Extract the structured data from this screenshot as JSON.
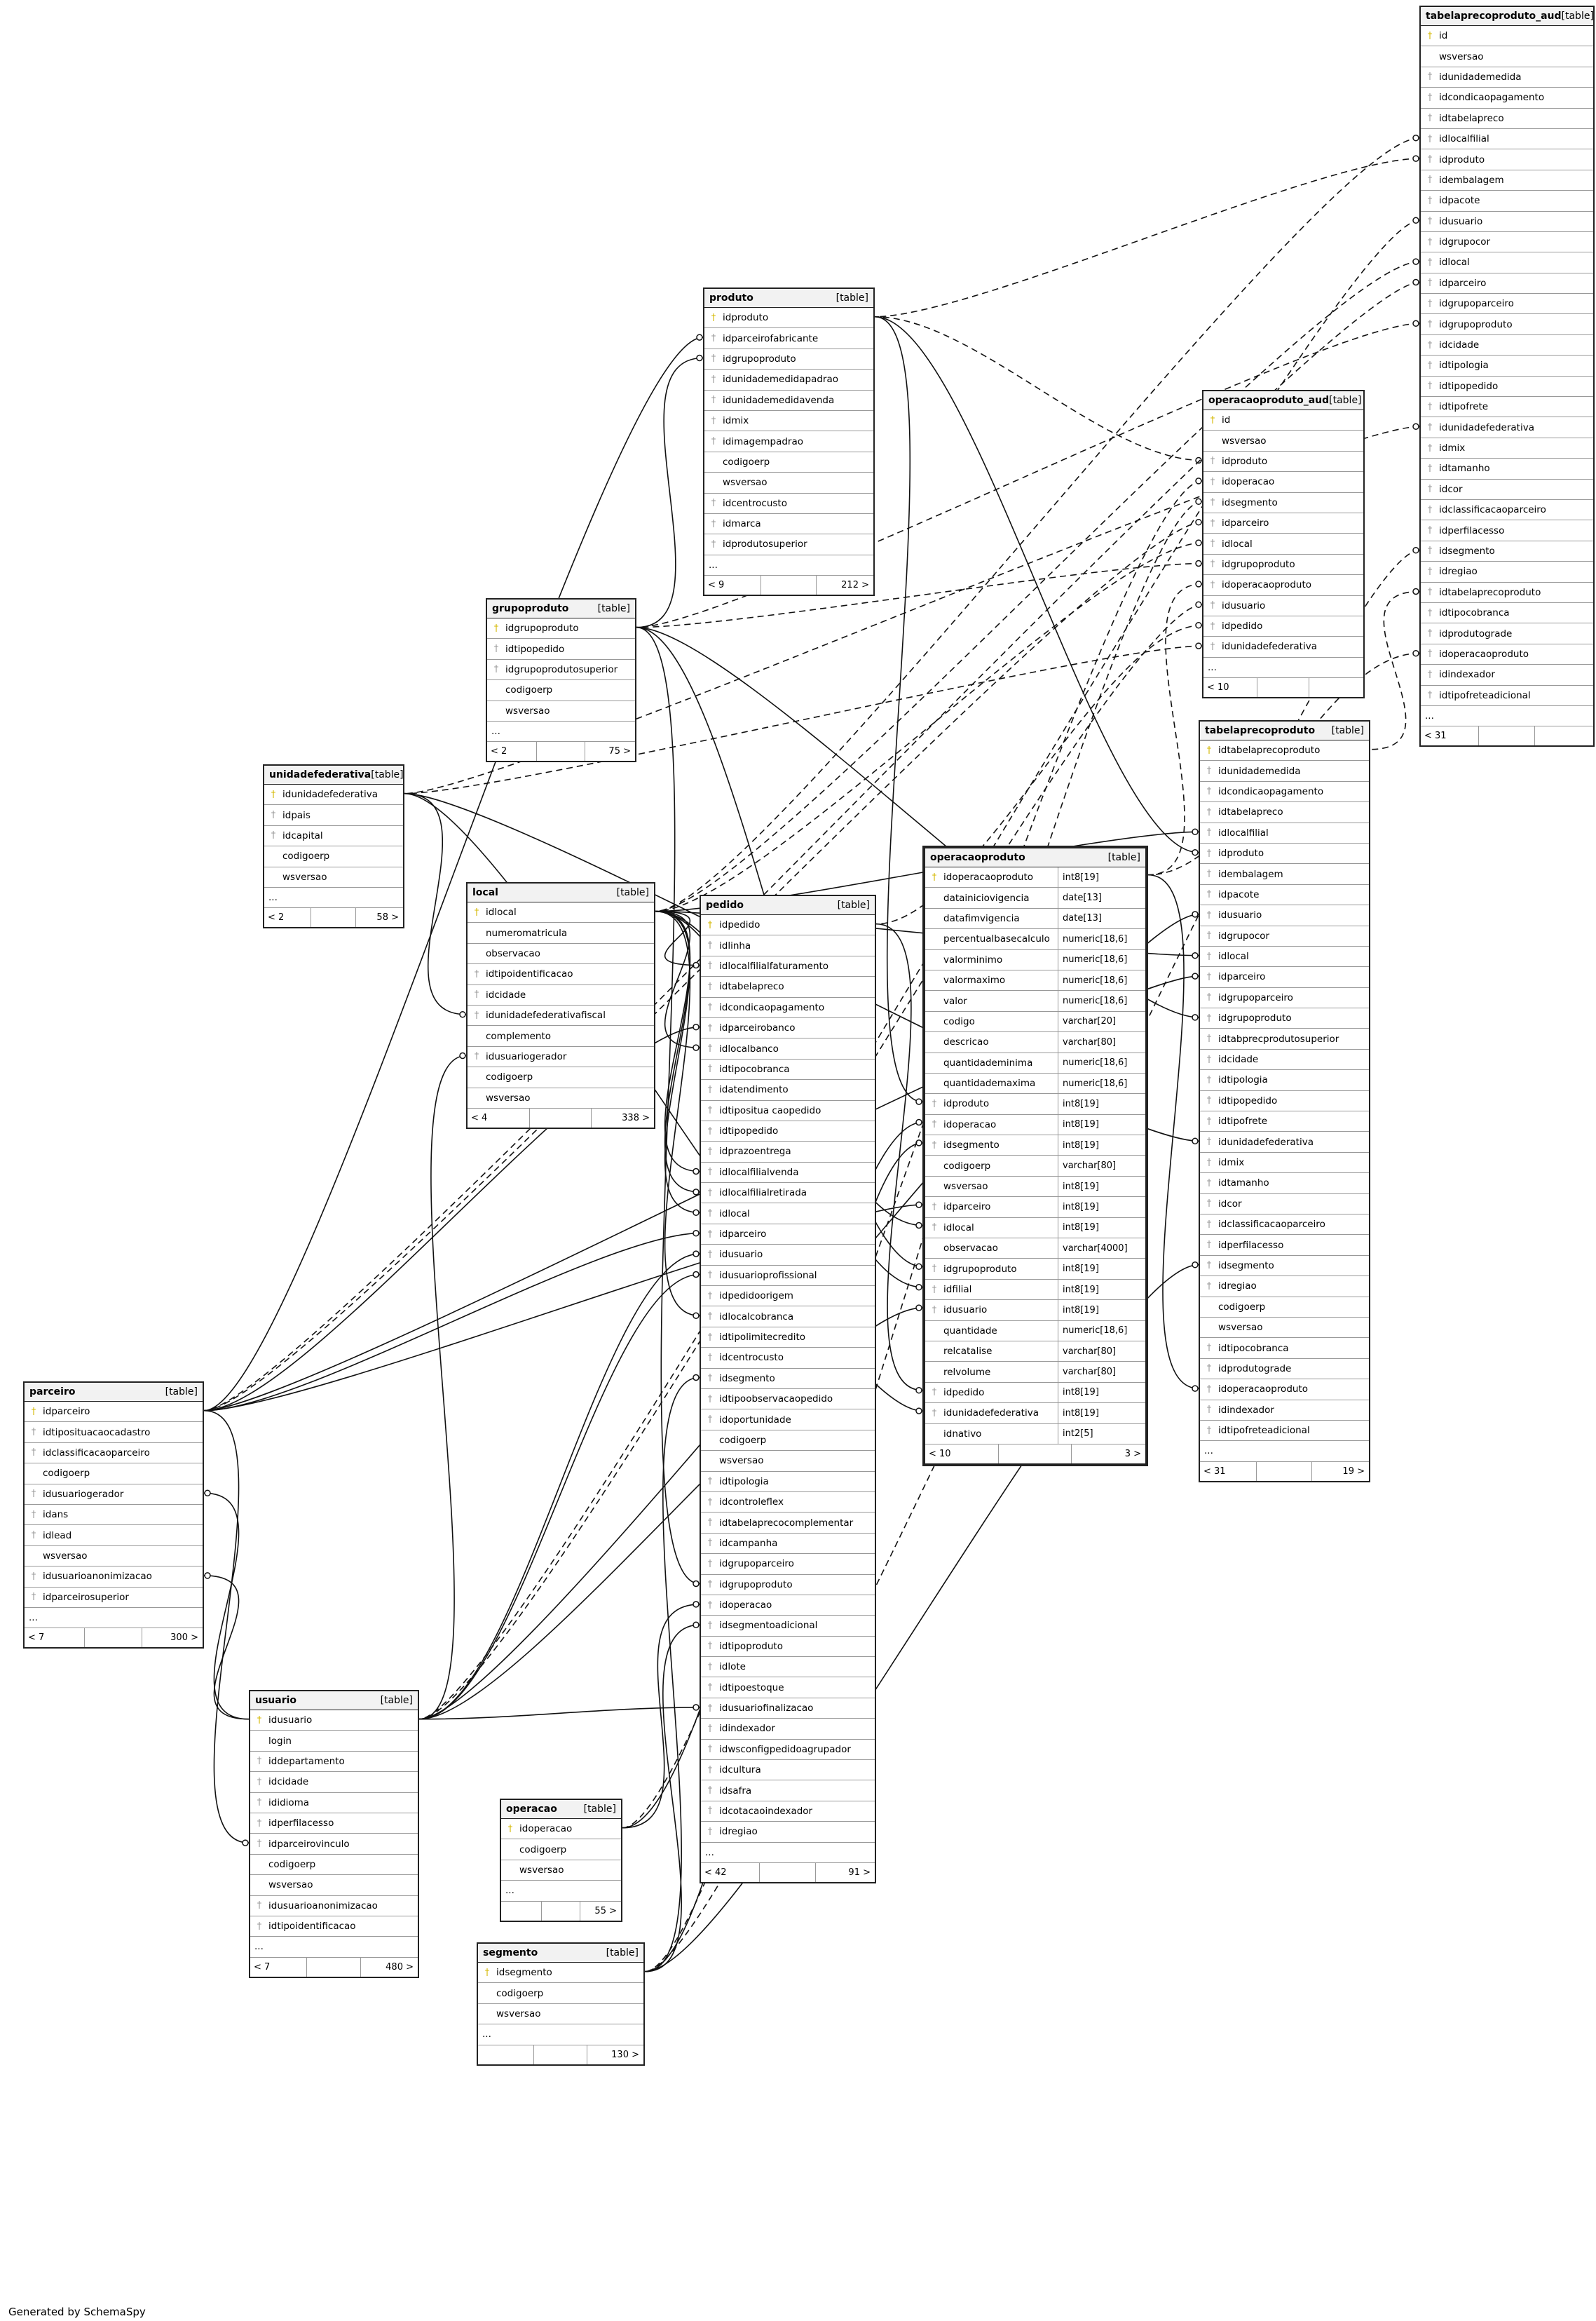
{
  "footer_text": "Generated by SchemaSpy",
  "table_kind_label": "[table]",
  "tables": [
    {
      "id": "produto",
      "name": "produto",
      "columns": [
        {
          "name": "idproduto",
          "key": "pk"
        },
        {
          "name": "idparceirofabricante",
          "key": "fk"
        },
        {
          "name": "idgrupoproduto",
          "key": "fk"
        },
        {
          "name": "idunidademedidapadrao",
          "key": "fk"
        },
        {
          "name": "idunidademedidavenda",
          "key": "fk"
        },
        {
          "name": "idmix",
          "key": "fk"
        },
        {
          "name": "idimagempadrao",
          "key": "fk"
        },
        {
          "name": "codigoerp",
          "key": ""
        },
        {
          "name": "wsversao",
          "key": ""
        },
        {
          "name": "idcentrocusto",
          "key": "fk"
        },
        {
          "name": "idmarca",
          "key": "fk"
        },
        {
          "name": "idprodutosuperior",
          "key": "fk"
        }
      ],
      "more": "...",
      "parents": "< 9",
      "children": "212 >"
    },
    {
      "id": "grupoproduto",
      "name": "grupoproduto",
      "columns": [
        {
          "name": "idgrupoproduto",
          "key": "pk"
        },
        {
          "name": "idtipopedido",
          "key": "fk"
        },
        {
          "name": "idgrupoprodutosuperior",
          "key": "fk"
        },
        {
          "name": "codigoerp",
          "key": ""
        },
        {
          "name": "wsversao",
          "key": ""
        }
      ],
      "more": "...",
      "parents": "< 2",
      "children": "75 >"
    },
    {
      "id": "unidadefederativa",
      "name": "unidadefederativa",
      "columns": [
        {
          "name": "idunidadefederativa",
          "key": "pk"
        },
        {
          "name": "idpais",
          "key": "fk"
        },
        {
          "name": "idcapital",
          "key": "fk"
        },
        {
          "name": "codigoerp",
          "key": ""
        },
        {
          "name": "wsversao",
          "key": ""
        }
      ],
      "more": "...",
      "parents": "< 2",
      "children": "58 >"
    },
    {
      "id": "local",
      "name": "local",
      "columns": [
        {
          "name": "idlocal",
          "key": "pk"
        },
        {
          "name": "numeromatricula",
          "key": ""
        },
        {
          "name": "observacao",
          "key": ""
        },
        {
          "name": "idtipoidentificacao",
          "key": "fk"
        },
        {
          "name": "idcidade",
          "key": "fk"
        },
        {
          "name": "idunidadefederativafiscal",
          "key": "fk"
        },
        {
          "name": "complemento",
          "key": ""
        },
        {
          "name": "idusuariogerador",
          "key": "fk"
        },
        {
          "name": "codigoerp",
          "key": ""
        },
        {
          "name": "wsversao",
          "key": ""
        }
      ],
      "more": "",
      "parents": "< 4",
      "children": "338 >"
    },
    {
      "id": "pedido",
      "name": "pedido",
      "columns": [
        {
          "name": "idpedido",
          "key": "pk"
        },
        {
          "name": "idlinha",
          "key": "fk"
        },
        {
          "name": "idlocalfilialfaturamento",
          "key": "fk"
        },
        {
          "name": "idtabelapreco",
          "key": "fk"
        },
        {
          "name": "idcondicaopagamento",
          "key": "fk"
        },
        {
          "name": "idparceirobanco",
          "key": "fk"
        },
        {
          "name": "idlocalbanco",
          "key": "fk"
        },
        {
          "name": "idtipocobranca",
          "key": "fk"
        },
        {
          "name": "idatendimento",
          "key": "fk"
        },
        {
          "name": "idtipositua caopedido",
          "key": "fk"
        },
        {
          "name": "idtipopedido",
          "key": "fk"
        },
        {
          "name": "idprazoentrega",
          "key": "fk"
        },
        {
          "name": "idlocalfilialvenda",
          "key": "fk"
        },
        {
          "name": "idlocalfilialretirada",
          "key": "fk"
        },
        {
          "name": "idlocal",
          "key": "fk"
        },
        {
          "name": "idparceiro",
          "key": "fk"
        },
        {
          "name": "idusuario",
          "key": "fk"
        },
        {
          "name": "idusuarioprofissional",
          "key": "fk"
        },
        {
          "name": "idpedidoorigem",
          "key": "fk"
        },
        {
          "name": "idlocalcobranca",
          "key": "fk"
        },
        {
          "name": "idtipolimitecredito",
          "key": "fk"
        },
        {
          "name": "idcentrocusto",
          "key": "fk"
        },
        {
          "name": "idsegmento",
          "key": "fk"
        },
        {
          "name": "idtipoobservacaopedido",
          "key": "fk"
        },
        {
          "name": "idoportunidade",
          "key": "fk"
        },
        {
          "name": "codigoerp",
          "key": ""
        },
        {
          "name": "wsversao",
          "key": ""
        },
        {
          "name": "idtipologia",
          "key": "fk"
        },
        {
          "name": "idcontroleflex",
          "key": "fk"
        },
        {
          "name": "idtabelaprecocomplementar",
          "key": "fk"
        },
        {
          "name": "idcampanha",
          "key": "fk"
        },
        {
          "name": "idgrupoparceiro",
          "key": "fk"
        },
        {
          "name": "idgrupoproduto",
          "key": "fk"
        },
        {
          "name": "idoperacao",
          "key": "fk"
        },
        {
          "name": "idsegmentoadicional",
          "key": "fk"
        },
        {
          "name": "idtipoproduto",
          "key": "fk"
        },
        {
          "name": "idlote",
          "key": "fk"
        },
        {
          "name": "idtipoestoque",
          "key": "fk"
        },
        {
          "name": "idusuariofinalizacao",
          "key": "fk"
        },
        {
          "name": "idindexador",
          "key": "fk"
        },
        {
          "name": "idwsconfigpedidoagrupador",
          "key": "fk"
        },
        {
          "name": "idcultura",
          "key": "fk"
        },
        {
          "name": "idsafra",
          "key": "fk"
        },
        {
          "name": "idcotacaoindexador",
          "key": "fk"
        },
        {
          "name": "idregiao",
          "key": "fk"
        }
      ],
      "more": "...",
      "parents": "< 42",
      "children": "91 >"
    },
    {
      "id": "operacaoproduto",
      "name": "operacaoproduto",
      "columns": [
        {
          "name": "idoperacaoproduto",
          "key": "pk",
          "type": "int8[19]"
        },
        {
          "name": "datainiciovigencia",
          "key": "",
          "type": "date[13]"
        },
        {
          "name": "datafimvigencia",
          "key": "",
          "type": "date[13]"
        },
        {
          "name": "percentualbasecalculo",
          "key": "",
          "type": "numeric[18,6]"
        },
        {
          "name": "valorminimo",
          "key": "",
          "type": "numeric[18,6]"
        },
        {
          "name": "valormaximo",
          "key": "",
          "type": "numeric[18,6]"
        },
        {
          "name": "valor",
          "key": "",
          "type": "numeric[18,6]"
        },
        {
          "name": "codigo",
          "key": "",
          "type": "varchar[20]"
        },
        {
          "name": "descricao",
          "key": "",
          "type": "varchar[80]"
        },
        {
          "name": "quantidademinima",
          "key": "",
          "type": "numeric[18,6]"
        },
        {
          "name": "quantidademaxima",
          "key": "",
          "type": "numeric[18,6]"
        },
        {
          "name": "idproduto",
          "key": "fk",
          "type": "int8[19]"
        },
        {
          "name": "idoperacao",
          "key": "fk",
          "type": "int8[19]"
        },
        {
          "name": "idsegmento",
          "key": "fk",
          "type": "int8[19]"
        },
        {
          "name": "codigoerp",
          "key": "",
          "type": "varchar[80]"
        },
        {
          "name": "wsversao",
          "key": "",
          "type": "int8[19]"
        },
        {
          "name": "idparceiro",
          "key": "fk",
          "type": "int8[19]"
        },
        {
          "name": "idlocal",
          "key": "fk",
          "type": "int8[19]"
        },
        {
          "name": "observacao",
          "key": "",
          "type": "varchar[4000]"
        },
        {
          "name": "idgrupoproduto",
          "key": "fk",
          "type": "int8[19]"
        },
        {
          "name": "idfilial",
          "key": "fk",
          "type": "int8[19]"
        },
        {
          "name": "idusuario",
          "key": "fk",
          "type": "int8[19]"
        },
        {
          "name": "quantidade",
          "key": "",
          "type": "numeric[18,6]"
        },
        {
          "name": "relcatalise",
          "key": "",
          "type": "varchar[80]"
        },
        {
          "name": "relvolume",
          "key": "",
          "type": "varchar[80]"
        },
        {
          "name": "idpedido",
          "key": "fk",
          "type": "int8[19]"
        },
        {
          "name": "idunidadefederativa",
          "key": "fk",
          "type": "int8[19]"
        },
        {
          "name": "idnativo",
          "key": "",
          "type": "int2[5]"
        }
      ],
      "more": "",
      "parents": "< 10",
      "children": "3 >"
    },
    {
      "id": "operacaoproduto_aud",
      "name": "operacaoproduto_aud",
      "columns": [
        {
          "name": "id",
          "key": "pk"
        },
        {
          "name": "wsversao",
          "key": ""
        },
        {
          "name": "idproduto",
          "key": "fk"
        },
        {
          "name": "idoperacao",
          "key": "fk"
        },
        {
          "name": "idsegmento",
          "key": "fk"
        },
        {
          "name": "idparceiro",
          "key": "fk"
        },
        {
          "name": "idlocal",
          "key": "fk"
        },
        {
          "name": "idgrupoproduto",
          "key": "fk"
        },
        {
          "name": "idoperacaoproduto",
          "key": "fk"
        },
        {
          "name": "idusuario",
          "key": "fk"
        },
        {
          "name": "idpedido",
          "key": "fk"
        },
        {
          "name": "idunidadefederativa",
          "key": "fk"
        }
      ],
      "more": "...",
      "parents": "< 10",
      "children": ""
    },
    {
      "id": "tabelaprecoproduto_aud",
      "name": "tabelaprecoproduto_aud",
      "columns": [
        {
          "name": "id",
          "key": "pk"
        },
        {
          "name": "wsversao",
          "key": ""
        },
        {
          "name": "idunidademedida",
          "key": "fk"
        },
        {
          "name": "idcondicaopagamento",
          "key": "fk"
        },
        {
          "name": "idtabelapreco",
          "key": "fk"
        },
        {
          "name": "idlocalfilial",
          "key": "fk"
        },
        {
          "name": "idproduto",
          "key": "fk"
        },
        {
          "name": "idembalagem",
          "key": "fk"
        },
        {
          "name": "idpacote",
          "key": "fk"
        },
        {
          "name": "idusuario",
          "key": "fk"
        },
        {
          "name": "idgrupocor",
          "key": "fk"
        },
        {
          "name": "idlocal",
          "key": "fk"
        },
        {
          "name": "idparceiro",
          "key": "fk"
        },
        {
          "name": "idgrupoparceiro",
          "key": "fk"
        },
        {
          "name": "idgrupoproduto",
          "key": "fk"
        },
        {
          "name": "idcidade",
          "key": "fk"
        },
        {
          "name": "idtipologia",
          "key": "fk"
        },
        {
          "name": "idtipopedido",
          "key": "fk"
        },
        {
          "name": "idtipofrete",
          "key": "fk"
        },
        {
          "name": "idunidadefederativa",
          "key": "fk"
        },
        {
          "name": "idmix",
          "key": "fk"
        },
        {
          "name": "idtamanho",
          "key": "fk"
        },
        {
          "name": "idcor",
          "key": "fk"
        },
        {
          "name": "idclassificacaoparceiro",
          "key": "fk"
        },
        {
          "name": "idperfilacesso",
          "key": "fk"
        },
        {
          "name": "idsegmento",
          "key": "fk"
        },
        {
          "name": "idregiao",
          "key": "fk"
        },
        {
          "name": "idtabelaprecoproduto",
          "key": "fk"
        },
        {
          "name": "idtipocobranca",
          "key": "fk"
        },
        {
          "name": "idprodutograde",
          "key": "fk"
        },
        {
          "name": "idoperacaoproduto",
          "key": "fk"
        },
        {
          "name": "idindexador",
          "key": "fk"
        },
        {
          "name": "idtipofreteadicional",
          "key": "fk"
        }
      ],
      "more": "...",
      "parents": "< 31",
      "children": ""
    },
    {
      "id": "tabelaprecoproduto",
      "name": "tabelaprecoproduto",
      "columns": [
        {
          "name": "idtabelaprecoproduto",
          "key": "pk"
        },
        {
          "name": "idunidademedida",
          "key": "fk"
        },
        {
          "name": "idcondicaopagamento",
          "key": "fk"
        },
        {
          "name": "idtabelapreco",
          "key": "fk"
        },
        {
          "name": "idlocalfilial",
          "key": "fk"
        },
        {
          "name": "idproduto",
          "key": "fk"
        },
        {
          "name": "idembalagem",
          "key": "fk"
        },
        {
          "name": "idpacote",
          "key": "fk"
        },
        {
          "name": "idusuario",
          "key": "fk"
        },
        {
          "name": "idgrupocor",
          "key": "fk"
        },
        {
          "name": "idlocal",
          "key": "fk"
        },
        {
          "name": "idparceiro",
          "key": "fk"
        },
        {
          "name": "idgrupoparceiro",
          "key": "fk"
        },
        {
          "name": "idgrupoproduto",
          "key": "fk"
        },
        {
          "name": "idtabprecprodutosuperior",
          "key": "fk"
        },
        {
          "name": "idcidade",
          "key": "fk"
        },
        {
          "name": "idtipologia",
          "key": "fk"
        },
        {
          "name": "idtipopedido",
          "key": "fk"
        },
        {
          "name": "idtipofrete",
          "key": "fk"
        },
        {
          "name": "idunidadefederativa",
          "key": "fk"
        },
        {
          "name": "idmix",
          "key": "fk"
        },
        {
          "name": "idtamanho",
          "key": "fk"
        },
        {
          "name": "idcor",
          "key": "fk"
        },
        {
          "name": "idclassificacaoparceiro",
          "key": "fk"
        },
        {
          "name": "idperfilacesso",
          "key": "fk"
        },
        {
          "name": "idsegmento",
          "key": "fk"
        },
        {
          "name": "idregiao",
          "key": "fk"
        },
        {
          "name": "codigoerp",
          "key": ""
        },
        {
          "name": "wsversao",
          "key": ""
        },
        {
          "name": "idtipocobranca",
          "key": "fk"
        },
        {
          "name": "idprodutograde",
          "key": "fk"
        },
        {
          "name": "idoperacaoproduto",
          "key": "fk"
        },
        {
          "name": "idindexador",
          "key": "fk"
        },
        {
          "name": "idtipofreteadicional",
          "key": "fk"
        }
      ],
      "more": "...",
      "parents": "< 31",
      "children": "19 >"
    },
    {
      "id": "parceiro",
      "name": "parceiro",
      "columns": [
        {
          "name": "idparceiro",
          "key": "pk"
        },
        {
          "name": "idtiposituacaocadastro",
          "key": "fk"
        },
        {
          "name": "idclassificacaoparceiro",
          "key": "fk"
        },
        {
          "name": "codigoerp",
          "key": ""
        },
        {
          "name": "idusuariogerador",
          "key": "fk"
        },
        {
          "name": "idans",
          "key": "fk"
        },
        {
          "name": "idlead",
          "key": "fk"
        },
        {
          "name": "wsversao",
          "key": ""
        },
        {
          "name": "idusuarioanonimizacao",
          "key": "fk"
        },
        {
          "name": "idparceirosuperior",
          "key": "fk"
        }
      ],
      "more": "...",
      "parents": "< 7",
      "children": "300 >"
    },
    {
      "id": "usuario",
      "name": "usuario",
      "columns": [
        {
          "name": "idusuario",
          "key": "pk"
        },
        {
          "name": "login",
          "key": ""
        },
        {
          "name": "iddepartamento",
          "key": "fk"
        },
        {
          "name": "idcidade",
          "key": "fk"
        },
        {
          "name": "ididioma",
          "key": "fk"
        },
        {
          "name": "idperfilacesso",
          "key": "fk"
        },
        {
          "name": "idparceirovinculo",
          "key": "fk"
        },
        {
          "name": "codigoerp",
          "key": ""
        },
        {
          "name": "wsversao",
          "key": ""
        },
        {
          "name": "idusuarioanonimizacao",
          "key": "fk"
        },
        {
          "name": "idtipoidentificacao",
          "key": "fk"
        }
      ],
      "more": "...",
      "parents": "< 7",
      "children": "480 >"
    },
    {
      "id": "operacao",
      "name": "operacao",
      "columns": [
        {
          "name": "idoperacao",
          "key": "pk"
        },
        {
          "name": "codigoerp",
          "key": ""
        },
        {
          "name": "wsversao",
          "key": ""
        }
      ],
      "more": "...",
      "parents": "",
      "children": "55 >"
    },
    {
      "id": "segmento",
      "name": "segmento",
      "columns": [
        {
          "name": "idsegmento",
          "key": "pk"
        },
        {
          "name": "codigoerp",
          "key": ""
        },
        {
          "name": "wsversao",
          "key": ""
        }
      ],
      "more": "...",
      "parents": "",
      "children": "130 >"
    }
  ]
}
